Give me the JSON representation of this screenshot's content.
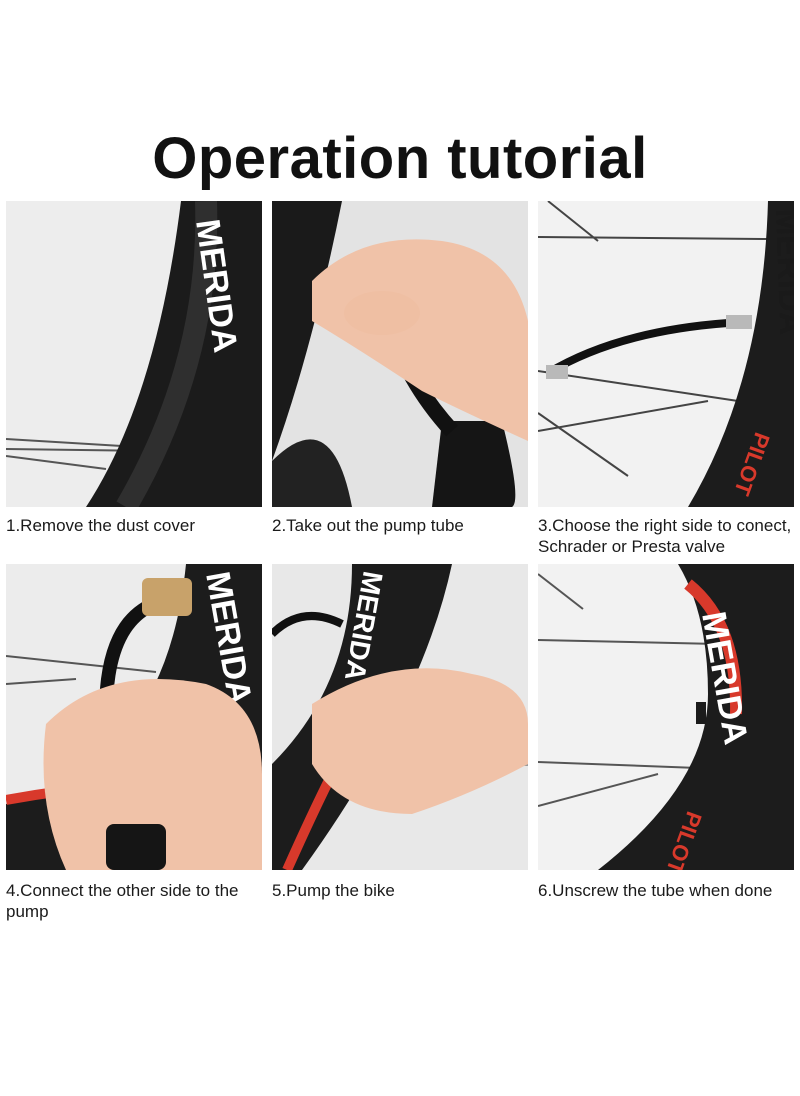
{
  "title": "Operation tutorial",
  "rim_brand": "MERIDA",
  "rim_model": "PILOT",
  "steps": [
    {
      "caption": "1.Remove the dust cover"
    },
    {
      "caption": "2.Take out the pump tube"
    },
    {
      "caption": "3.Choose the right side to conect, Schrader or Presta valve"
    },
    {
      "caption": "4.Connect the other side to the pump"
    },
    {
      "caption": "5.Pump the bike"
    },
    {
      "caption": "6.Unscrew the tube when done"
    }
  ],
  "colors": {
    "tire": "#1b1b1b",
    "rim_accent": "#d8392b",
    "pump": "#141414",
    "skin": "#f0c2a8",
    "brass": "#c8a26a"
  }
}
